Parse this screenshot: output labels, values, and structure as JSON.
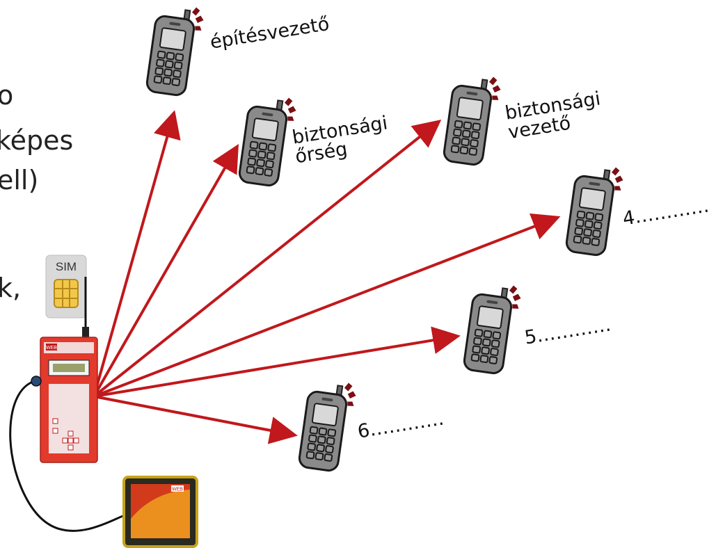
{
  "slide_text_fragments": [
    "o",
    "képes",
    "ell)",
    "k,"
  ],
  "sim_card": {
    "label": "SIM"
  },
  "device": {
    "logo": "WEB"
  },
  "tablet": {
    "logo": "WEB"
  },
  "recipients": [
    {
      "id": "epitesvezeto",
      "lines": [
        "építésvezető"
      ]
    },
    {
      "id": "biztonsagi-orseg",
      "lines": [
        "biztonsági",
        "őrség"
      ]
    },
    {
      "id": "biztonsagi-vezeto",
      "lines": [
        "biztonsági",
        "vezető"
      ]
    },
    {
      "id": "recipient-4",
      "lines": [
        "4…………"
      ]
    },
    {
      "id": "recipient-5",
      "lines": [
        "5…………"
      ]
    },
    {
      "id": "recipient-6",
      "lines": [
        "6…………"
      ]
    }
  ],
  "colors": {
    "arrow": "#c0181c",
    "phone_body": "#8a8a8a",
    "signal": "#7a0f14",
    "device_red": "#e23a2c"
  }
}
